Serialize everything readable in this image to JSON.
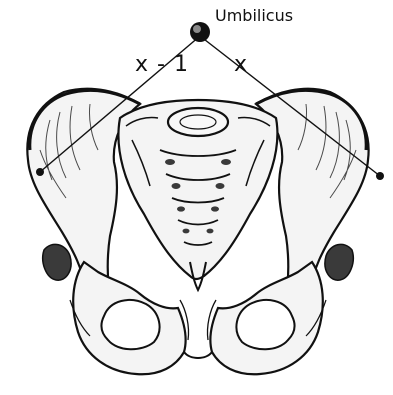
{
  "labels": {
    "umbilicus": "Umbilicus",
    "left_distance": "x - 1",
    "right_distance": "x"
  },
  "colors": {
    "ink": "#111111",
    "bone_fill": "#f4f4f4",
    "shadow": "#3a3a3a",
    "background": "#ffffff"
  }
}
